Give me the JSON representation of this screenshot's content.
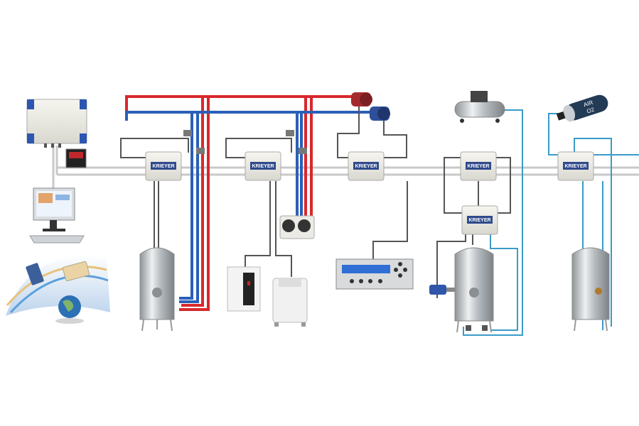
{
  "diagram": {
    "logo_text": "KRIEYER",
    "gas_cylinder_label": [
      "AIR",
      "O2"
    ],
    "colors": {
      "hot_pipe": "#d8282c",
      "cold_pipe": "#2a5fb8",
      "air_line": "#3a9bc8",
      "signal_line": "#555555",
      "bus_line": "#c8c8c8",
      "display": "#2f6fd6"
    }
  }
}
